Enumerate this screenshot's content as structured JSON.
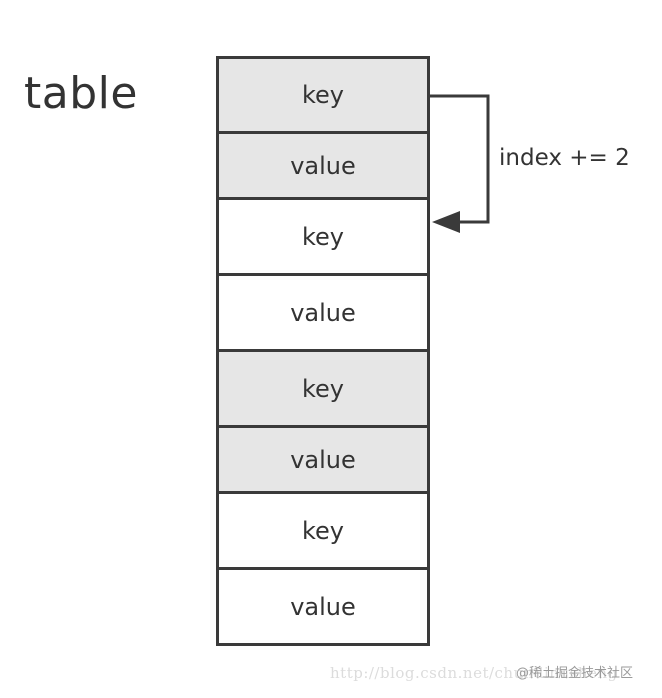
{
  "title": "table",
  "cells": [
    {
      "label": "key",
      "shaded": true
    },
    {
      "label": "value",
      "shaded": true
    },
    {
      "label": "key",
      "shaded": false
    },
    {
      "label": "value",
      "shaded": false
    },
    {
      "label": "key",
      "shaded": true
    },
    {
      "label": "value",
      "shaded": true
    },
    {
      "label": "key",
      "shaded": false
    },
    {
      "label": "value",
      "shaded": false
    }
  ],
  "arrow": {
    "label": "index += 2"
  },
  "watermark": {
    "url": "http://blog.csdn.net/chundinusheng",
    "brand": "@稀土掘金技术社区"
  },
  "colors": {
    "shaded_fill": "#e6e6e6",
    "border": "#3a3a3a",
    "text": "#333333"
  }
}
